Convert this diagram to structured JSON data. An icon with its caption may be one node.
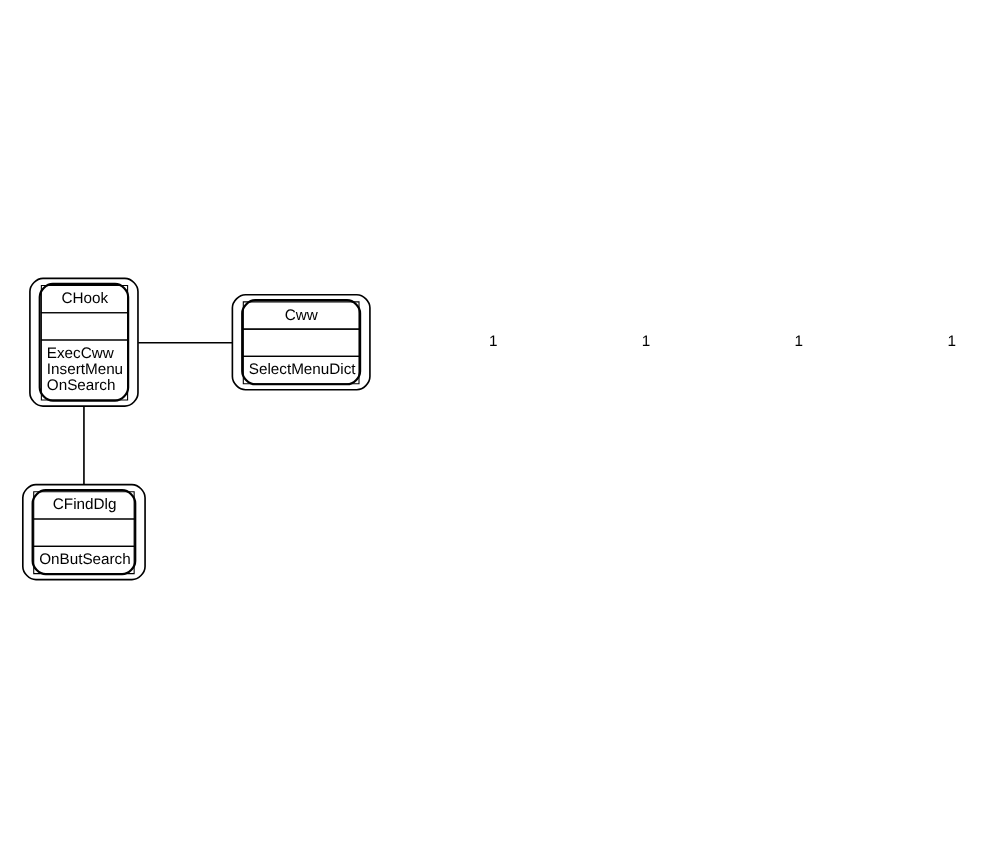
{
  "diagram": {
    "nodes": [
      {
        "text": [
          "CHook",
          "ExecCww",
          "InsertMenu",
          "OnSearch"
        ]
      },
      {
        "text": [
          "Cww",
          "SelectMenuDict"
        ]
      },
      {
        "text": [
          "CFindDlg",
          "OnButSearch"
        ]
      }
    ],
    "edges": [
      {
        "from": 0,
        "to": 1,
        "arrow": "none"
      },
      {
        "from": 0,
        "to": 2,
        "arrow": "none"
      }
    ],
    "labels": [
      "1",
      "1",
      "1",
      "1"
    ]
  }
}
